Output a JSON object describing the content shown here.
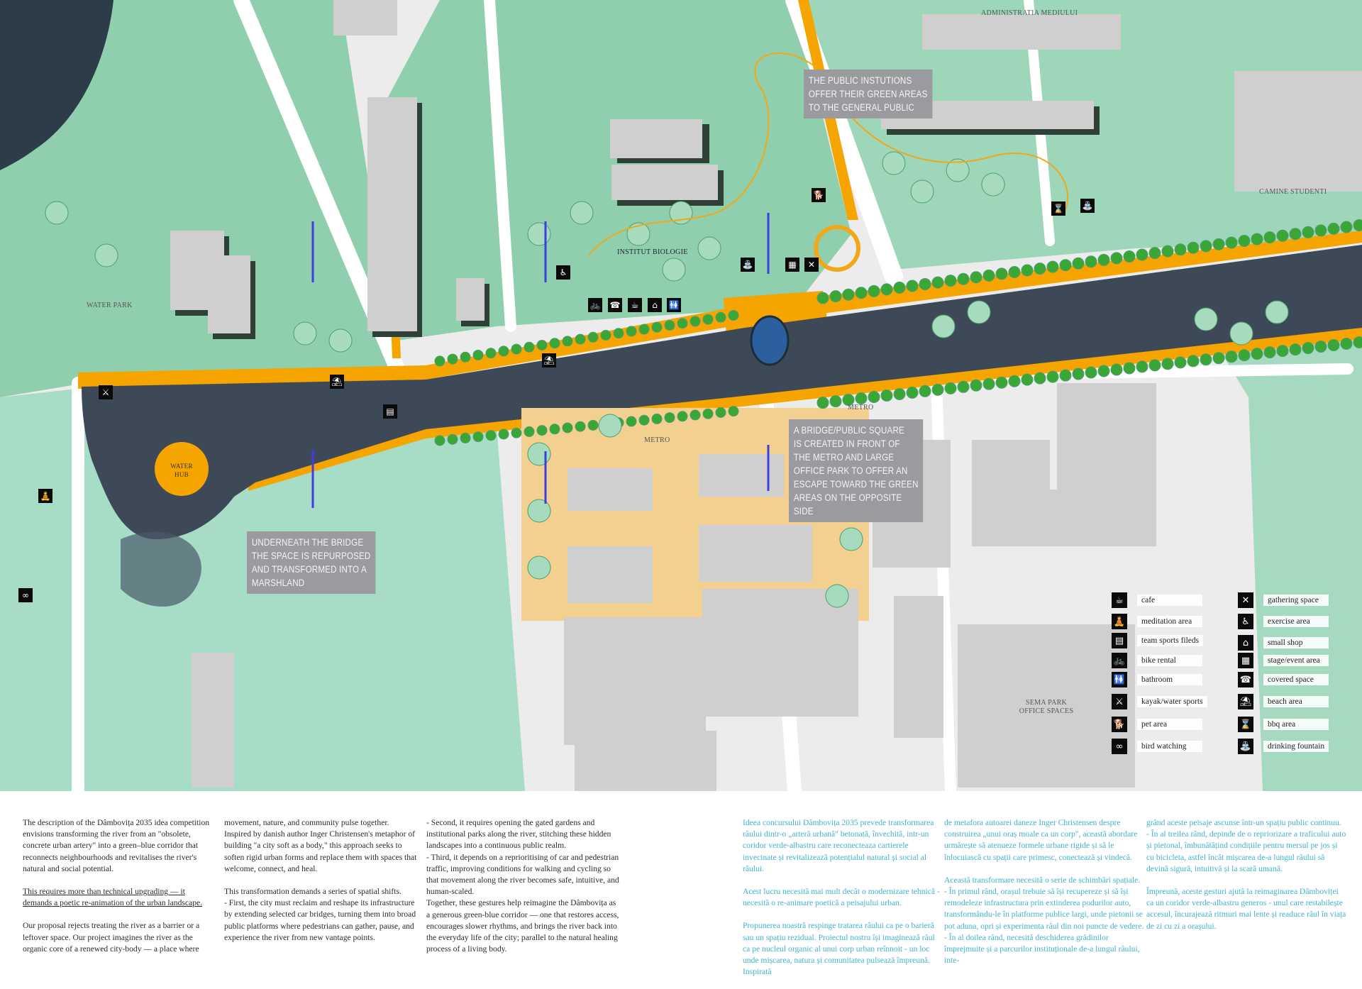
{
  "colors": {
    "river": "#3d4956",
    "promenade": "#f5a400",
    "green": "#8fcfae",
    "callout": "#9b9a9f",
    "ro_text": "#3fb2cf"
  },
  "map_labels": {
    "administratia": "ADMINISTRATIA MEDIULUI",
    "camine": "CAMINE STUDENTI",
    "institut": "INSTITUT BIOLOGIE",
    "water_park": "WATER PARK",
    "water_hub": "WATER HUB",
    "metro_1": "METRO",
    "metro_2": "METRO",
    "sema": "SEMA PARK OFFICE SPACES"
  },
  "callouts": {
    "institutions": [
      "THE PUBLIC INSTUTIONS",
      "OFFER THEIR GREEN AREAS",
      "TO THE GENERAL PUBLIC"
    ],
    "bridge": [
      "A BRIDGE/PUBLIC SQUARE",
      "IS CREATED IN FRONT OF",
      "THE METRO AND LARGE",
      "OFFICE PARK TO OFFER AN",
      "ESCAPE TOWARD THE GREEN",
      "AREAS ON THE OPPOSITE",
      "SIDE"
    ],
    "marsh": [
      "UNDERNEATH THE BRIDGE",
      "THE SPACE IS REPURPOSED",
      "AND TRANSFORMED INTO A",
      "MARSHLAND"
    ]
  },
  "legend": {
    "left": [
      {
        "icon": "cafe-icon",
        "glyph": "☕",
        "label": "cafe"
      },
      {
        "icon": "meditation-icon",
        "glyph": "🧘",
        "label": "meditation area"
      },
      {
        "icon": "team-sports-icon",
        "glyph": "▤",
        "label": "team sports fileds"
      },
      {
        "icon": "bike-icon",
        "glyph": "🚲",
        "label": "bike rental"
      },
      {
        "icon": "bathroom-icon",
        "glyph": "🚻",
        "label": "bathroom"
      },
      {
        "icon": "kayak-icon",
        "glyph": "⚔",
        "label": "kayak/water sports"
      },
      {
        "icon": "pet-icon",
        "glyph": "🐕",
        "label": "pet area"
      },
      {
        "icon": "bird-icon",
        "glyph": "∞",
        "label": "bird watching"
      }
    ],
    "right": [
      {
        "icon": "gathering-icon",
        "glyph": "✕",
        "label": "gathering space"
      },
      {
        "icon": "exercise-icon",
        "glyph": "♿",
        "label": "exercise area"
      },
      {
        "icon": "shop-icon",
        "glyph": "⌂",
        "label": "small shop"
      },
      {
        "icon": "stage-icon",
        "glyph": "▦",
        "label": "stage/event area"
      },
      {
        "icon": "covered-icon",
        "glyph": "☎",
        "label": "covered space"
      },
      {
        "icon": "beach-icon",
        "glyph": "⛱",
        "label": "beach area"
      },
      {
        "icon": "bbq-icon",
        "glyph": "⌛",
        "label": "bbq area"
      },
      {
        "icon": "fountain-icon",
        "glyph": "⛲",
        "label": "drinking fountain"
      }
    ]
  },
  "text_en": {
    "col1": [
      "The description of the Dâmbovița 2035 idea competition envisions transforming the river from an \"obsolete, concrete urban artery\" into a green–blue corridor that reconnects neighbourhoods and revitalises the river's natural and social potential.",
      "This requires more than technical upgrading — it demands a poetic re-animation of the urban landscape.",
      "Our proposal rejects treating the river as a barrier or a leftover space. Our project imagines the river as the organic core of a renewed city-body — a place where"
    ],
    "col2": [
      "movement, nature, and community pulse together. Inspired by danish author Inger Christensen's metaphor of building \"a city soft as a body,\" this approach seeks to soften rigid urban forms and replace them with spaces that welcome, connect, and heal.",
      "This transformation demands a series of spatial shifts.",
      "- First, the city must reclaim and reshape its infrastructure by extending selected car bridges, turning them into broad public platforms where pedestrians can gather, pause, and experience the river from new vantage points."
    ],
    "col3": [
      "- Second, it requires opening the gated gardens and institutional parks along the river, stitching these hidden landscapes into a continuous public realm.",
      "- Third, it depends on a reprioritising of car and pedestrian traffic, improving conditions for walking and cycling so that movement along the river becomes safe, intuitive, and human-scaled.",
      "Together, these gestures help reimagine the Dâmbovița as a generous green-blue corridor — one that restores access, encourages slower rhythms, and brings the river back into the everyday life of the city; parallel to the natural healing process of a living body."
    ]
  },
  "text_ro": {
    "col1": [
      "Ideea concursului Dâmbovița 2035 prevede transformarea râului dintr-o „arteră urbană\" betonată, învechită, intr-un coridor verde-albastru care reconecteaza cartierele invecinate și revitalizează potențialul natural și social al râului.",
      "Acest lucru necesită mai mult decât o modernizare tehnică - necesită o re-animare poetică a peisajului urban.",
      "Propunerea noastră respinge tratarea râului ca pe o barieră sau un spațiu rezidual. Proiectul nostru își imaginează râul ca pe nucleul organic al unui corp urban reînnoit - un loc unde mișcarea, natura și comunitatea pulsează împreună. Inspirată"
    ],
    "col2": [
      "de metafora autoarei daneze Inger Christensen despre construirea „unui oraș moale ca un corp\", această abordare urmărește să atenueze formele urbane rigide și să le înlocuiască cu spații care primesc, conectează și vindecă.",
      "Această transformare necesită o serie de schimbări spațiale.",
      "- În primul rând, orașul trebuie să își recupereze și să își remodeleze infrastructura prin extinderea podurilor auto, transformându-le în platforme publice largi, unde pietonii se pot aduna, opri și experimenta râul din noi puncte de vedere.",
      "- În al doilea rând, necesită deschiderea grădinilor împrejmuite și a parcurilor instituționale de-a lungul râului, inte-"
    ],
    "col3": [
      "grând aceste peisaje ascunse într-un spațiu public continuu.",
      "- În al treilea rând, depinde de o repriorizare a traficului auto și pietonal, îmbunătățind condițiile pentru mersul pe jos și cu bicicleta, astfel încât mișcarea de-a lungul râului să devină sigură, intuitivă și la scară umană.",
      "Împreună, aceste gesturi ajută la reimaginarea Dâmboviței ca un coridor verde-albastru generos - unul care restabilește accesul, încurajează ritmuri mai lente și readuce râul în viața de zi cu zi a orașului."
    ]
  }
}
